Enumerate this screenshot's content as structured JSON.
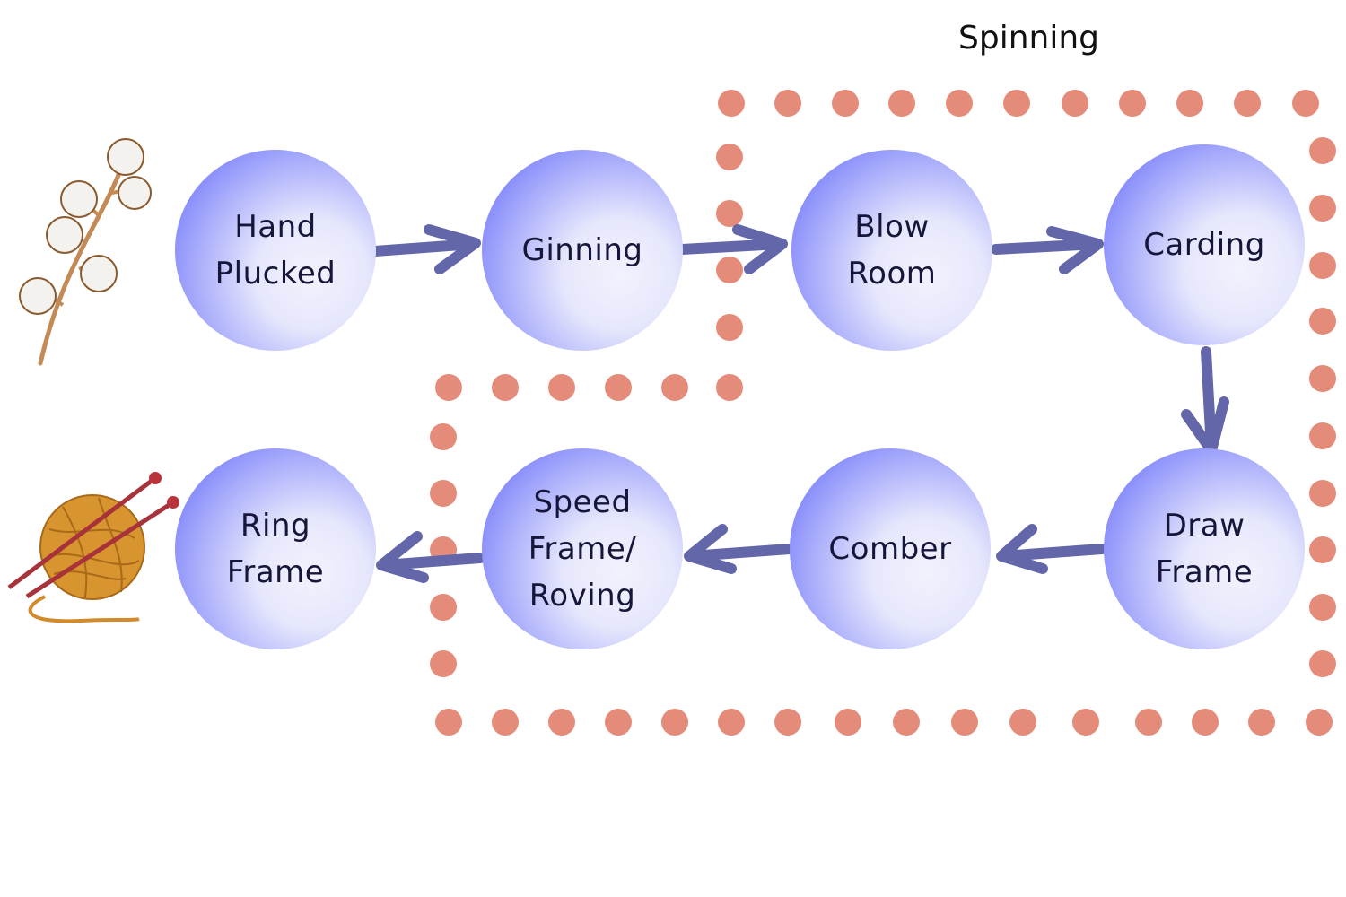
{
  "title": "Spinning",
  "colors": {
    "node_dark": "#5d64fb",
    "node_light": "#f2f2fd",
    "arrow": "#6366a8",
    "dots": "#e58b7a",
    "text": "#16163a"
  },
  "nodes": [
    {
      "id": "hand-plucked",
      "label": "Hand\nPlucked"
    },
    {
      "id": "ginning",
      "label": "Ginning"
    },
    {
      "id": "blow-room",
      "label": "Blow\nRoom"
    },
    {
      "id": "carding",
      "label": "Carding"
    },
    {
      "id": "draw-frame",
      "label": "Draw\nFrame"
    },
    {
      "id": "comber",
      "label": "Comber"
    },
    {
      "id": "speed-frame-roving",
      "label": "Speed\nFrame/\nRoving"
    },
    {
      "id": "ring-frame",
      "label": "Ring\nFrame"
    }
  ],
  "edges": [
    {
      "from": "hand-plucked",
      "to": "ginning"
    },
    {
      "from": "ginning",
      "to": "blow-room"
    },
    {
      "from": "blow-room",
      "to": "carding"
    },
    {
      "from": "carding",
      "to": "draw-frame"
    },
    {
      "from": "draw-frame",
      "to": "comber"
    },
    {
      "from": "comber",
      "to": "speed-frame-roving"
    },
    {
      "from": "speed-frame-roving",
      "to": "ring-frame"
    }
  ],
  "group": {
    "label": "Spinning",
    "members": [
      "blow-room",
      "carding",
      "draw-frame",
      "comber",
      "speed-frame-roving"
    ]
  },
  "illustrations": [
    {
      "name": "cotton-branch-icon",
      "near": "hand-plucked"
    },
    {
      "name": "yarn-ball-needles-icon",
      "near": "ring-frame"
    }
  ]
}
